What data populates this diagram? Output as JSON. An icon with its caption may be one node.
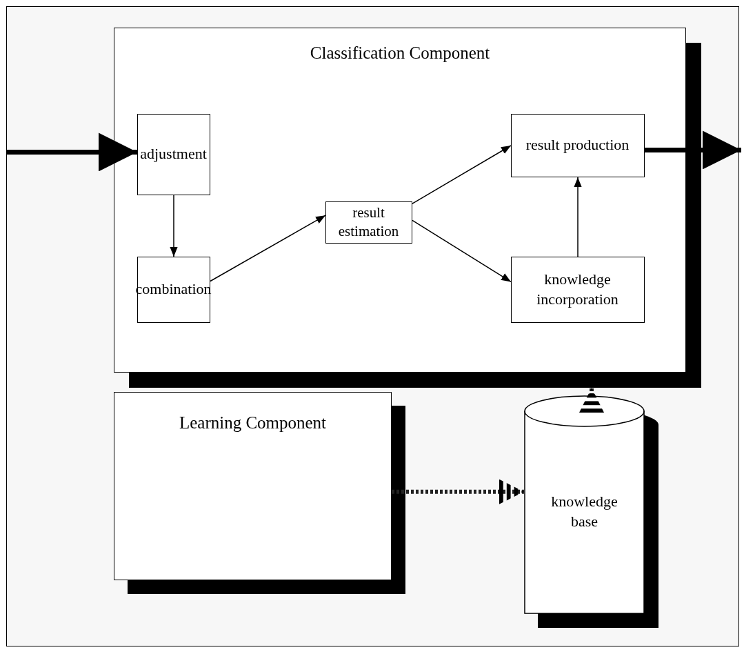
{
  "diagram": {
    "nodes": [
      {
        "text": [
          "Classification Component"
        ]
      },
      {
        "text": [
          "adjustment"
        ],
        "in": 0
      },
      {
        "text": [
          "combination"
        ],
        "in": 0
      },
      {
        "text": [
          "result estimation"
        ],
        "in": 0
      },
      {
        "text": [
          "result production"
        ],
        "in": 0
      },
      {
        "text": [
          "knowledge incorporation"
        ],
        "in": 0
      },
      {
        "text": [
          "Learning Component"
        ]
      },
      {
        "text": [
          "knowledge base"
        ]
      }
    ],
    "edges": [
      {
        "from": null,
        "to": 1,
        "arrow": "to",
        "style": "thick"
      },
      {
        "from": 1,
        "to": 2,
        "arrow": "to"
      },
      {
        "from": 2,
        "to": 3,
        "arrow": "to"
      },
      {
        "from": 3,
        "to": 4,
        "arrow": "to"
      },
      {
        "from": 3,
        "to": 5,
        "arrow": "to"
      },
      {
        "from": 5,
        "to": 4,
        "arrow": "to"
      },
      {
        "from": 4,
        "to": null,
        "arrow": "to",
        "style": "thick"
      },
      {
        "from": 7,
        "to": 0,
        "arrow": "to",
        "style": "dashed"
      },
      {
        "from": 6,
        "to": 7,
        "arrow": "to",
        "style": "dashed"
      }
    ]
  }
}
